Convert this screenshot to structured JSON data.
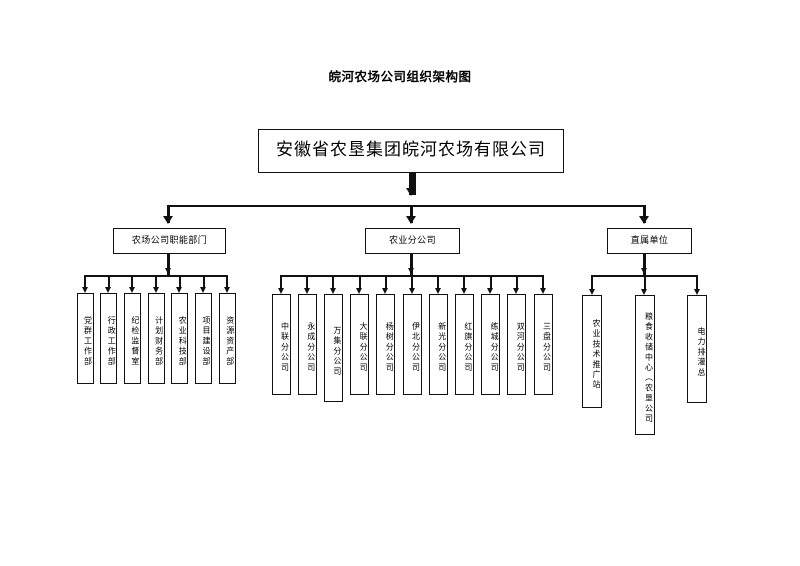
{
  "title": "皖河农场公司组织架构图",
  "chart_data": {
    "type": "diagram",
    "diagram_kind": "organization-chart",
    "title": "皖河农场公司组织架构图",
    "orientation": "top-down",
    "root": "安徽省农垦集团皖河农场有限公司",
    "levels": 3,
    "total_nodes": 26
  },
  "root": {
    "label": "安徽省农垦集团皖河农场有限公司"
  },
  "level2": [
    {
      "id": "functional-departments",
      "label": "农场公司职能部门",
      "child_count": 7
    },
    {
      "id": "agricultural-branches",
      "label": "农业分公司",
      "child_count": 11
    },
    {
      "id": "direct-units",
      "label": "直属单位",
      "child_count": 3
    }
  ],
  "departments": [
    {
      "label": "党群工作部"
    },
    {
      "label": "行政工作部"
    },
    {
      "label": "纪检监督室"
    },
    {
      "label": "计划财务部"
    },
    {
      "label": "农业科技部"
    },
    {
      "label": "项目建设部"
    },
    {
      "label": "资源资产部"
    }
  ],
  "branches": [
    {
      "label": "中联分公司"
    },
    {
      "label": "永成分公司"
    },
    {
      "label": "万集分公司"
    },
    {
      "label": "大联分公司"
    },
    {
      "label": "杨树分公司"
    },
    {
      "label": "伊北分公司"
    },
    {
      "label": "新光分公司"
    },
    {
      "label": "红旗分公司"
    },
    {
      "label": "练城分公司"
    },
    {
      "label": "双河分公司"
    },
    {
      "label": "三盘分公司"
    }
  ],
  "direct_units": [
    {
      "label": "农业技术推广站"
    },
    {
      "label": "粮食收储中心（农垦公司"
    },
    {
      "label": "电力排灌总"
    }
  ]
}
